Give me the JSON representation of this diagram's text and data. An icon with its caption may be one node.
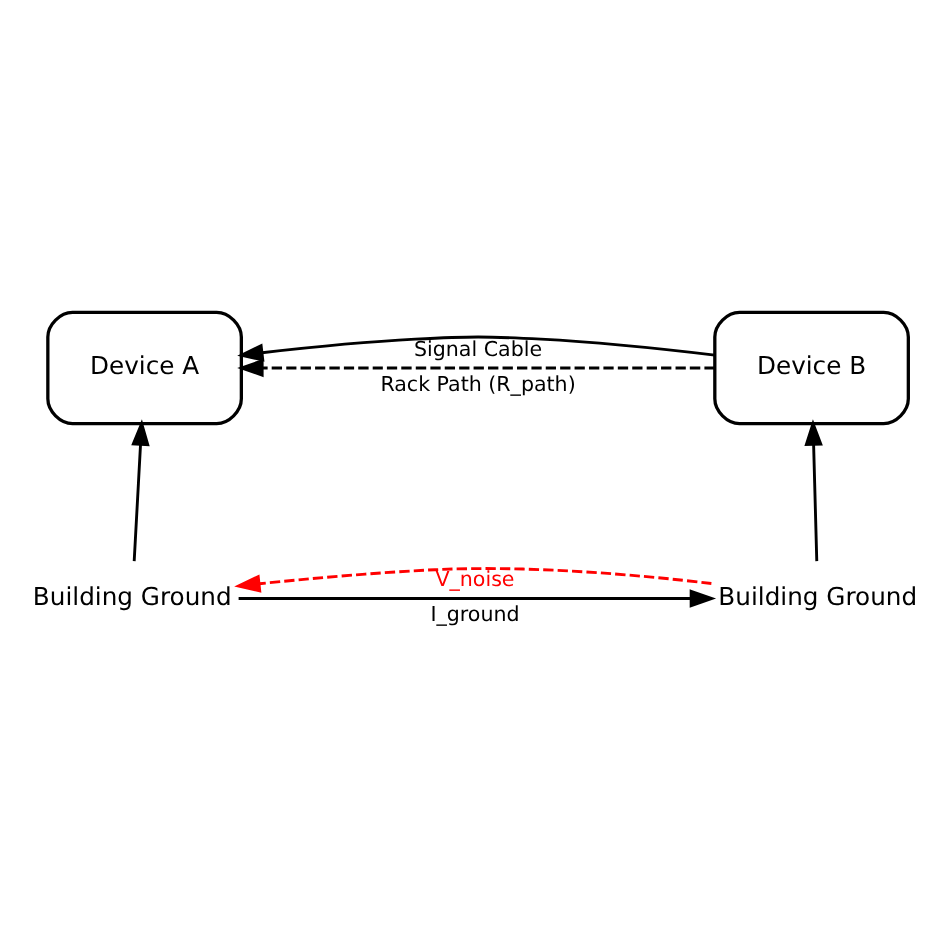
{
  "diagram": {
    "nodes": [
      {
        "text": [
          "Device A"
        ]
      },
      {
        "text": [
          "Device B"
        ]
      },
      {
        "text": [
          "Building Ground"
        ]
      },
      {
        "text": [
          "Building Ground"
        ]
      }
    ],
    "edges": [
      {
        "from": 1,
        "to": 0,
        "arrow": "to",
        "label": "Rack Path (R_path)",
        "style": "dashed"
      },
      {
        "from": 1,
        "to": 0,
        "arrow": "to",
        "label": "Signal Cable"
      },
      {
        "from": 2,
        "to": 0,
        "arrow": "to"
      },
      {
        "from": 3,
        "to": 1,
        "arrow": "to"
      },
      {
        "from": 3,
        "to": 2,
        "arrow": "to",
        "label": "V_noise",
        "style": "dashed",
        "color": "#ff0000"
      },
      {
        "from": 2,
        "to": 3,
        "arrow": "to",
        "label": "I_ground"
      }
    ]
  }
}
